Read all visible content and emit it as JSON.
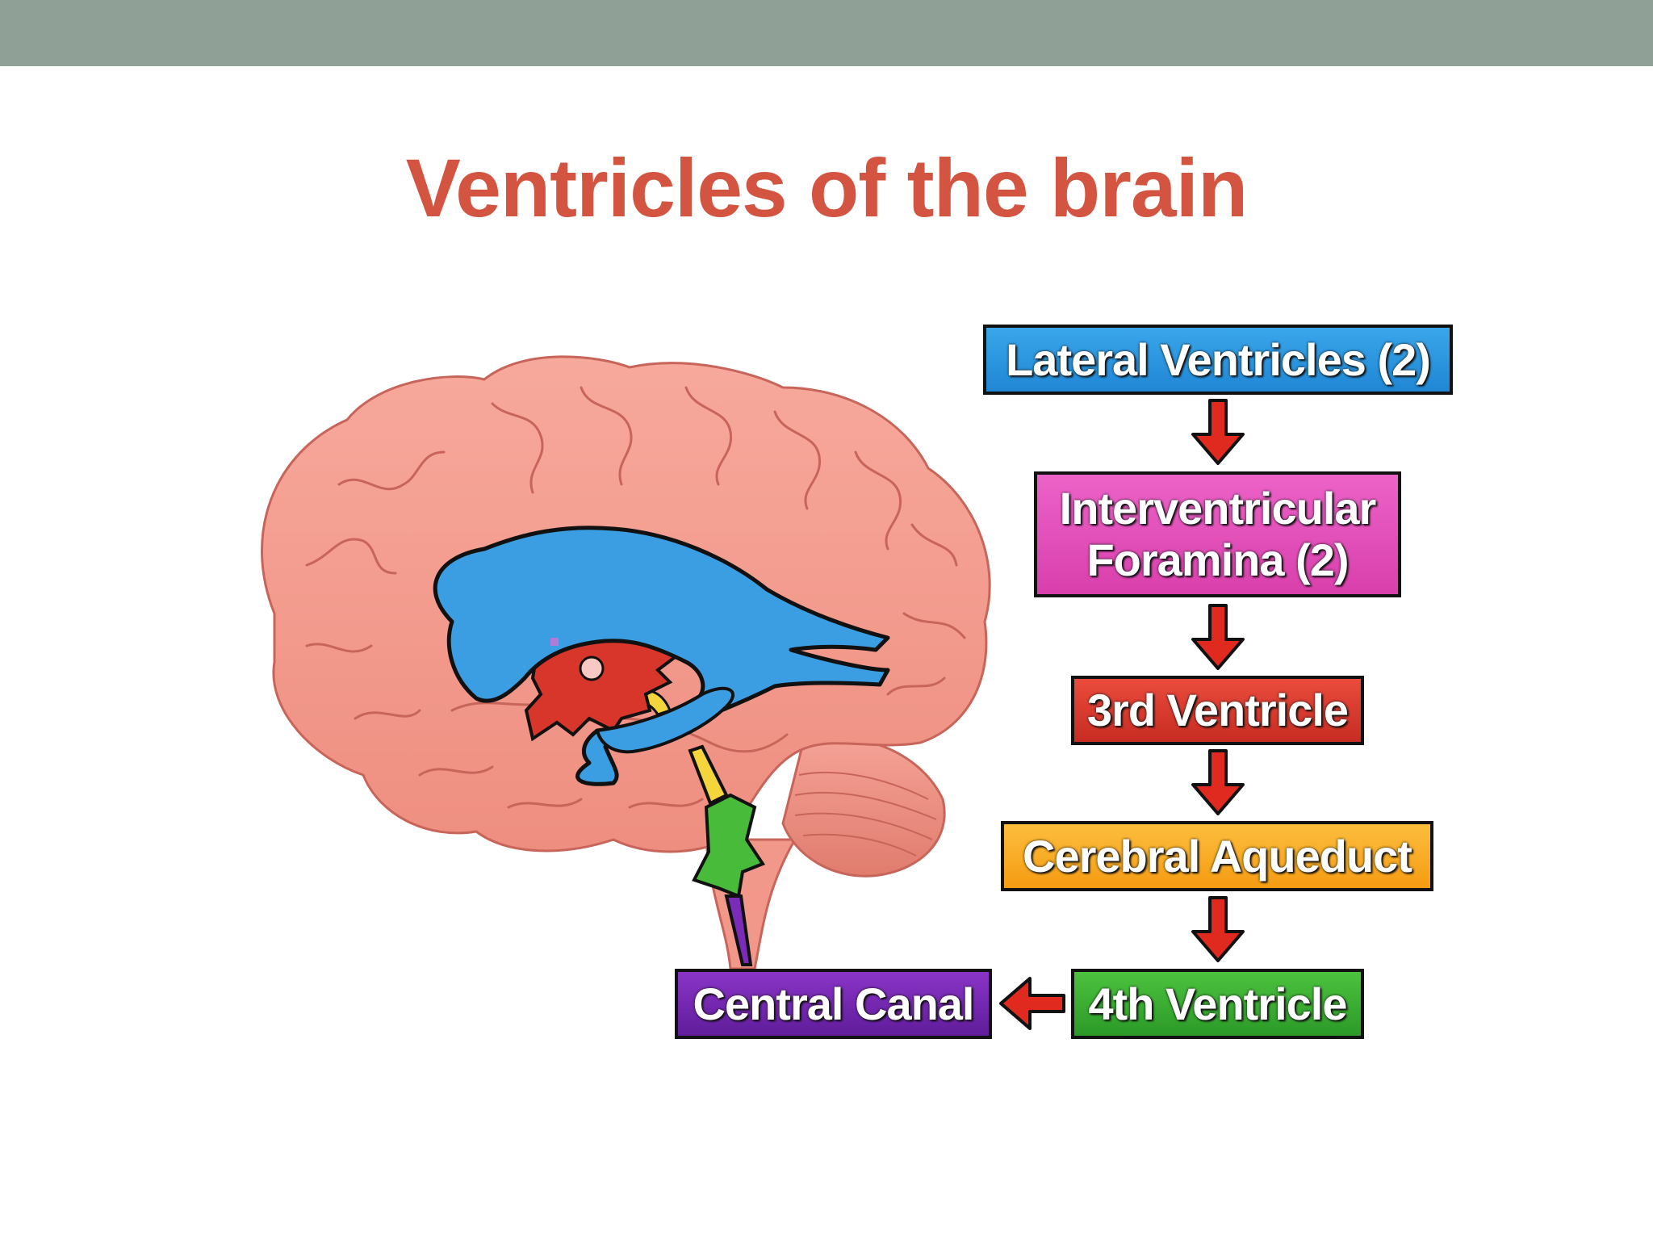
{
  "slide": {
    "title": "Ventricles of the brain"
  },
  "flowchart": {
    "lateral_ventricles": "Lateral Ventricles (2)",
    "interventricular_line1": "Interventricular",
    "interventricular_line2": "Foramina (2)",
    "third_ventricle": "3rd Ventricle",
    "cerebral_aqueduct": "Cerebral Aqueduct",
    "fourth_ventricle": "4th Ventricle",
    "central_canal": "Central Canal"
  },
  "colors": {
    "title": "#d35440",
    "top_bar": "#8fa097",
    "lateral_ventricles": "#2a94de",
    "interventricular_foramina": "#e24fbb",
    "third_ventricle": "#d9362b",
    "cerebral_aqueduct": "#f8ad25",
    "fourth_ventricle": "#3bae33",
    "central_canal": "#7227b0",
    "arrow": "#e02a1f"
  }
}
